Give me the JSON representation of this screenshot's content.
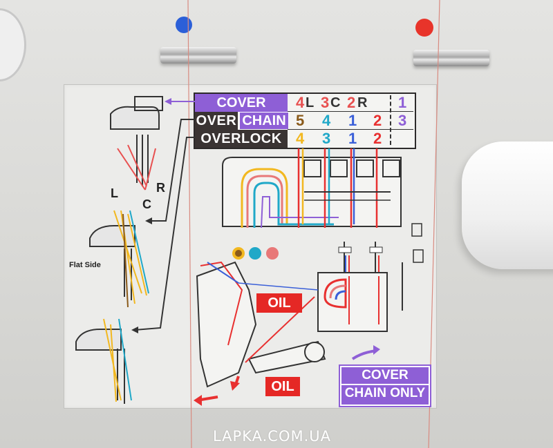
{
  "machine": {
    "indicator_colors": {
      "left": "#2b5fd8",
      "right": "#e8342a"
    }
  },
  "diagram": {
    "table": {
      "cover_label": "COVER",
      "over_label": "OVER",
      "chain_label": "CHAIN",
      "overlock_label": "OVERLOCK",
      "cover_row": [
        {
          "n": "4",
          "s": "L",
          "color": "#e85050"
        },
        {
          "n": "3",
          "s": "C",
          "color": "#e85050"
        },
        {
          "n": "2",
          "s": "R",
          "color": "#e85050"
        },
        {
          "n": "1",
          "s": "",
          "color": "#8e5fd6"
        }
      ],
      "chain_row": [
        {
          "n": "5",
          "color": "#8a5a1a"
        },
        {
          "n": "4",
          "color": "#20a8c8"
        },
        {
          "n": "1",
          "color": "#3a5fd8"
        },
        {
          "n": "2",
          "color": "#e83030"
        },
        {
          "n": "3",
          "color": "#8e5fd6"
        }
      ],
      "overlock_row": [
        {
          "n": "4",
          "color": "#f2b820"
        },
        {
          "n": "3",
          "color": "#20a8c8"
        },
        {
          "n": "1",
          "color": "#3a5fd8"
        },
        {
          "n": "2",
          "color": "#e83030"
        }
      ]
    },
    "needle_labels": {
      "left": "L",
      "center": "C",
      "right": "R"
    },
    "flat_side_label": "Flat Side",
    "oil_labels": [
      "OIL",
      "OIL"
    ],
    "cover_chain_only": {
      "line1": "COVER",
      "line2": "CHAIN ONLY"
    },
    "thread_colors": [
      "#f2b820",
      "#20a8c8",
      "#3a5fd8",
      "#e83030",
      "#e87878",
      "#8e5fd6",
      "#8a5a1a"
    ]
  },
  "watermark": "LAPKA.COM.UA"
}
